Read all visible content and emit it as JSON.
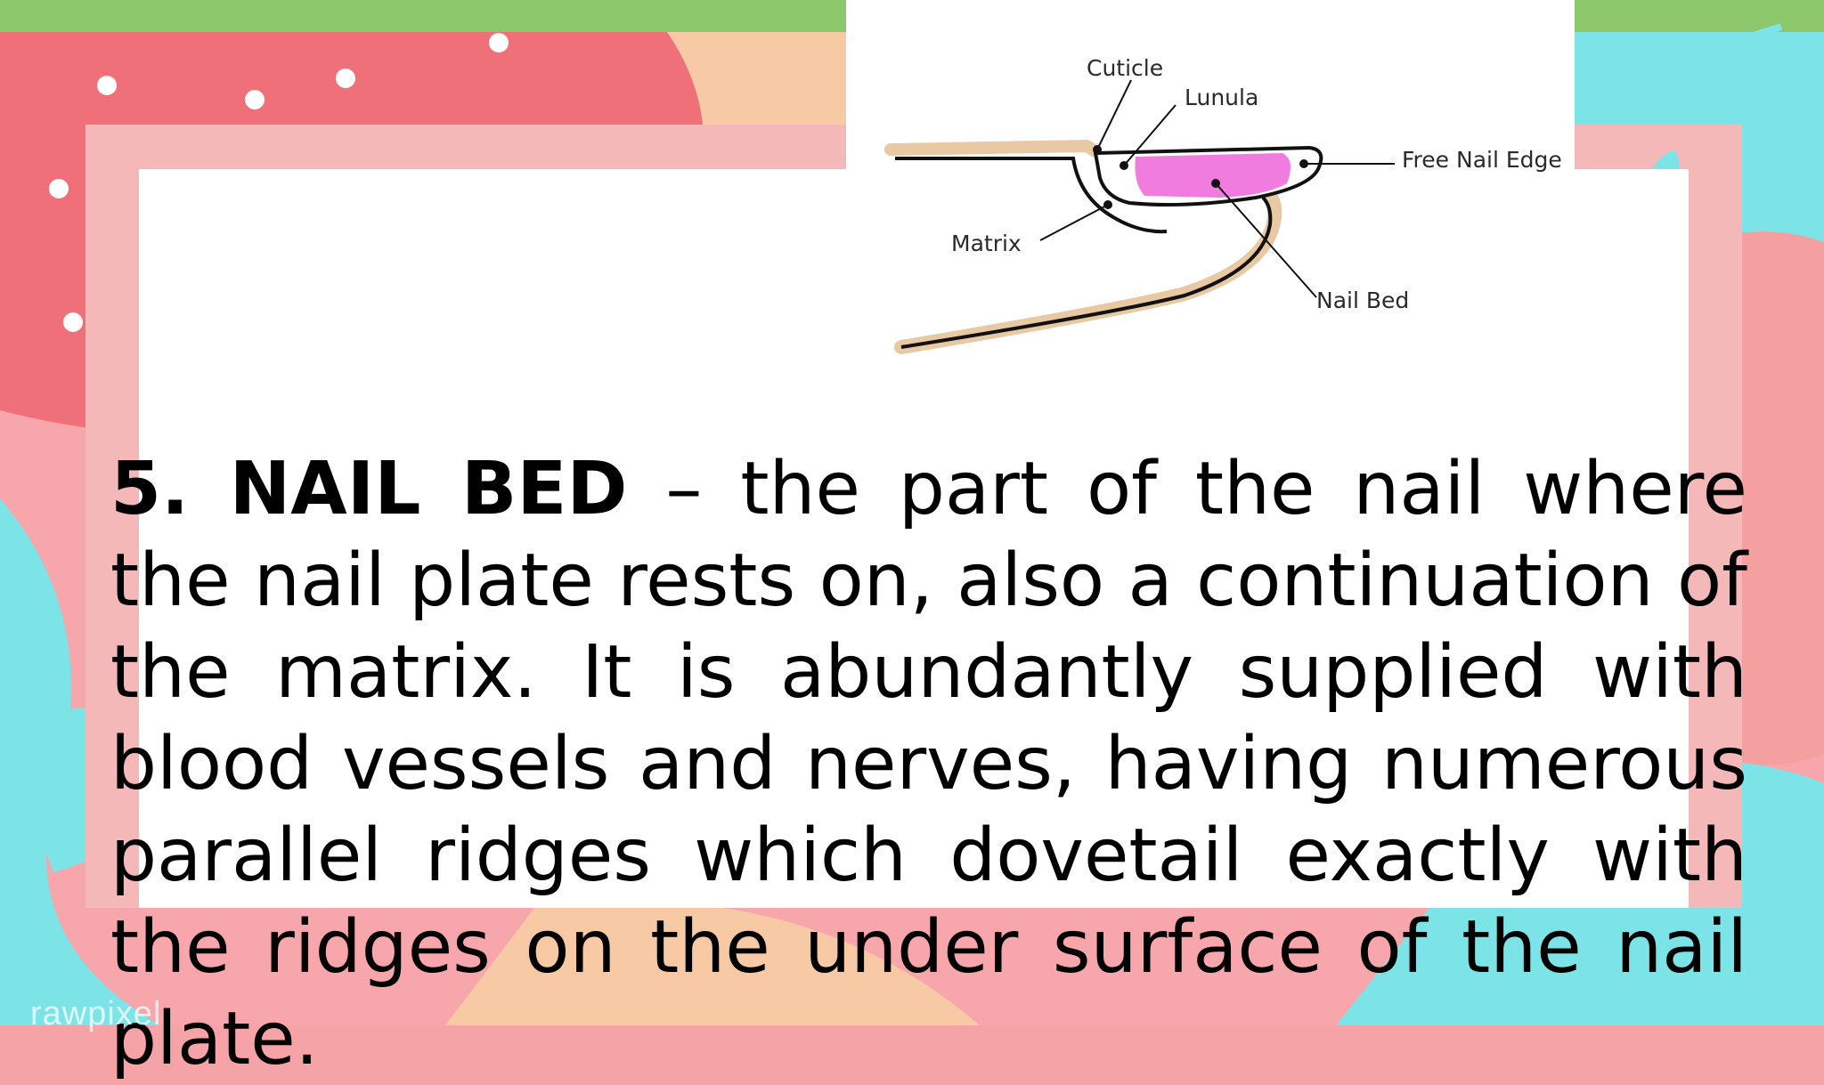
{
  "slide": {
    "heading": "5. NAIL BED",
    "separator": " – ",
    "description": "the part of the nail where the nail plate rests on, also a continuation of the matrix. It is abundantly supplied with blood vessels and nerves, having numerous parallel ridges which dovetail exactly with the ridges on the under surface of the nail plate."
  },
  "diagram": {
    "labels": {
      "cuticle": "Cuticle",
      "lunula": "Lunula",
      "free_nail_edge": "Free Nail Edge",
      "matrix": "Matrix",
      "nail_bed": "Nail Bed"
    }
  },
  "watermark": "rawpixel",
  "colors": {
    "accent_green": "#8cc86b",
    "accent_cyan": "#7ce3e6",
    "accent_coral": "#f0707a",
    "skin": "#e8c9a4",
    "nail_bed_pink": "#f07ce0"
  }
}
